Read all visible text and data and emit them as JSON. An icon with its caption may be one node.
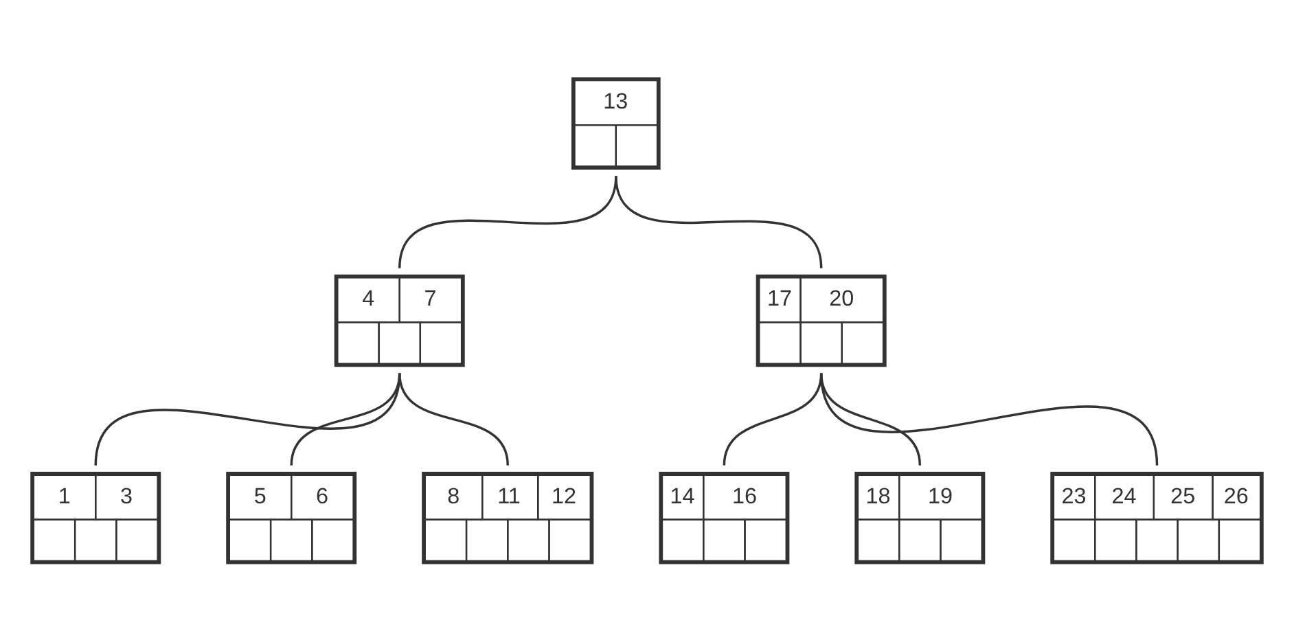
{
  "diagram": {
    "nodes": [
      {
        "text": [
          "13"
        ]
      },
      {
        "text": [
          "4",
          "7"
        ]
      },
      {
        "text": [
          "17",
          "20"
        ]
      },
      {
        "text": [
          "1",
          "3"
        ]
      },
      {
        "text": [
          "5",
          "6"
        ]
      },
      {
        "text": [
          "8",
          "11",
          "12"
        ]
      },
      {
        "text": [
          "14",
          "16"
        ]
      },
      {
        "text": [
          "18",
          "19"
        ]
      },
      {
        "text": [
          "23",
          "24",
          "25",
          "26"
        ]
      }
    ],
    "edges": [
      {
        "from": 0,
        "to": 1,
        "arrow": "none"
      },
      {
        "from": 0,
        "to": 2,
        "arrow": "none"
      },
      {
        "from": 1,
        "to": 3,
        "arrow": "none"
      },
      {
        "from": 1,
        "to": 4,
        "arrow": "none"
      },
      {
        "from": 1,
        "to": 5,
        "arrow": "none"
      },
      {
        "from": 2,
        "to": 6,
        "arrow": "none"
      },
      {
        "from": 2,
        "to": 7,
        "arrow": "none"
      },
      {
        "from": 2,
        "to": 8,
        "arrow": "none"
      }
    ]
  }
}
